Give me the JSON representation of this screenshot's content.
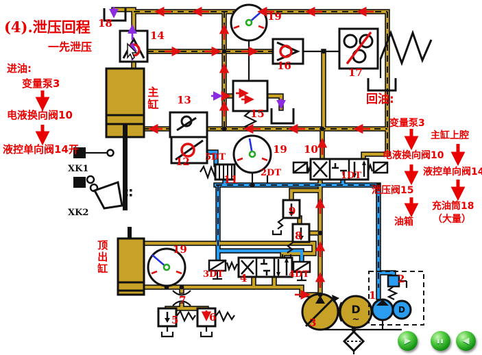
{
  "title": "(4).泄压回程",
  "subtitle": "一先泄压",
  "inlet_flow": {
    "heading": "进油:",
    "step1": "变量泵3",
    "step2": "电液换向阀10",
    "step3": "液控单向阀14开"
  },
  "return_flow": {
    "heading": "回油:",
    "col1": {
      "step1": "变量泵3",
      "step2": "电液换向阀10",
      "step3": "泄压阀15",
      "step4": "油箱"
    },
    "col2": {
      "step1": "主缸上腔",
      "step2": "液控单向阀14",
      "step3": "充油筒18",
      "step4": "（大量）"
    }
  },
  "labels": {
    "main_cylinder": "主缸",
    "ejector_cylinder": "顶出缸",
    "xk1": "XK1",
    "xk2": "XK2"
  },
  "nums": {
    "n1": "1",
    "n2": "2",
    "n3": "3",
    "n4": "4",
    "n5": "5",
    "n6": "6",
    "n7": "7",
    "n8": "8",
    "n9": "9",
    "n10": "10",
    "n11": "11",
    "n12": "12",
    "n13": "13",
    "n14": "14",
    "n15": "15",
    "n16": "16",
    "n17": "17",
    "n18": "18",
    "n19a": "19",
    "n19b": "19",
    "n19c": "19"
  },
  "solenoid_labels": {
    "dt1": "1DT",
    "dt2": "2DT",
    "dt3": "3DT",
    "dt4": "4DT",
    "dt5": "5DT"
  },
  "motors": {
    "letter": "D",
    "tilde": "~"
  },
  "controls": {
    "play_icon": "▶",
    "pause_icon": "▮▮",
    "back_icon": "◀"
  },
  "colors": {
    "accent_red": "#e80000",
    "pipe_yellow": "#c8a227",
    "pipe_blue": "#2a9df0",
    "arrow_purple": "#8b2be2",
    "button_green": "#129012"
  }
}
